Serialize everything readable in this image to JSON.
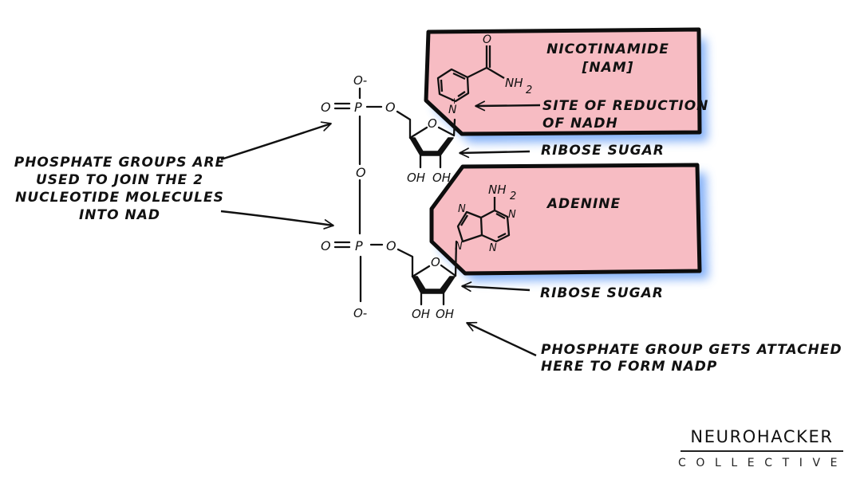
{
  "colors": {
    "box_fill": "#f7bcc3",
    "box_stroke": "#0d0d0d",
    "glow": "#5b97f5",
    "ink": "#111111",
    "background": "#ffffff"
  },
  "boxes": {
    "nicotinamide": {
      "title": "NICOTINAMIDE",
      "subtitle": "[NAM]",
      "site_label_line1": "SITE OF REDUCTION",
      "site_label_line2": "OF NADH"
    },
    "adenine": {
      "title": "ADENINE"
    }
  },
  "annotations": {
    "phosphate_join": [
      "PHOSPHATE GROUPS ARE",
      "USED TO JOIN THE 2",
      "NUCLEOTIDE MOLECULES",
      "INTO NAD"
    ],
    "ribose_top": "RIBOSE SUGAR",
    "ribose_bottom": "RIBOSE SUGAR",
    "nadp": [
      "PHOSPHATE GROUP GETS ATTACHED",
      "HERE TO FORM NADP"
    ]
  },
  "molecule": {
    "phosphate_top": {
      "o_minus": "O-",
      "o_double": "O",
      "p": "P",
      "o_link": "O"
    },
    "bridge_o": "O",
    "phosphate_bottom": {
      "o_minus": "O-",
      "o_double": "O",
      "p": "P",
      "o_link": "O"
    },
    "ribose_ring_o": "O",
    "oh": "OH",
    "nicotinamide": {
      "carbonyl_o": "O",
      "amide": "NH",
      "amide_sub": "2",
      "ring_n": "N",
      "charge": "+"
    },
    "adenine": {
      "amine": "NH",
      "amine_sub": "2",
      "n": "N"
    }
  },
  "logo": {
    "main": "NEUROHACKER",
    "sub": "COLLECTIVE"
  }
}
